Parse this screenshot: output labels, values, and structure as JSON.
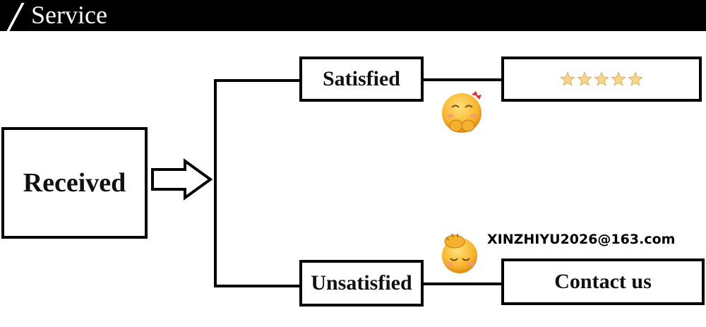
{
  "header": {
    "title": "Service"
  },
  "nodes": {
    "received": "Received",
    "satisfied": "Satisfied",
    "unsatisfied": "Unsatisfied",
    "contact": "Contact us"
  },
  "rating": {
    "stars": 5,
    "star_color": "#f6d58a"
  },
  "email": "XINZHIYU2026@163.com",
  "icons": {
    "happy": "happy-face-emoji-icon",
    "sad": "embarrassed-face-emoji-icon"
  }
}
